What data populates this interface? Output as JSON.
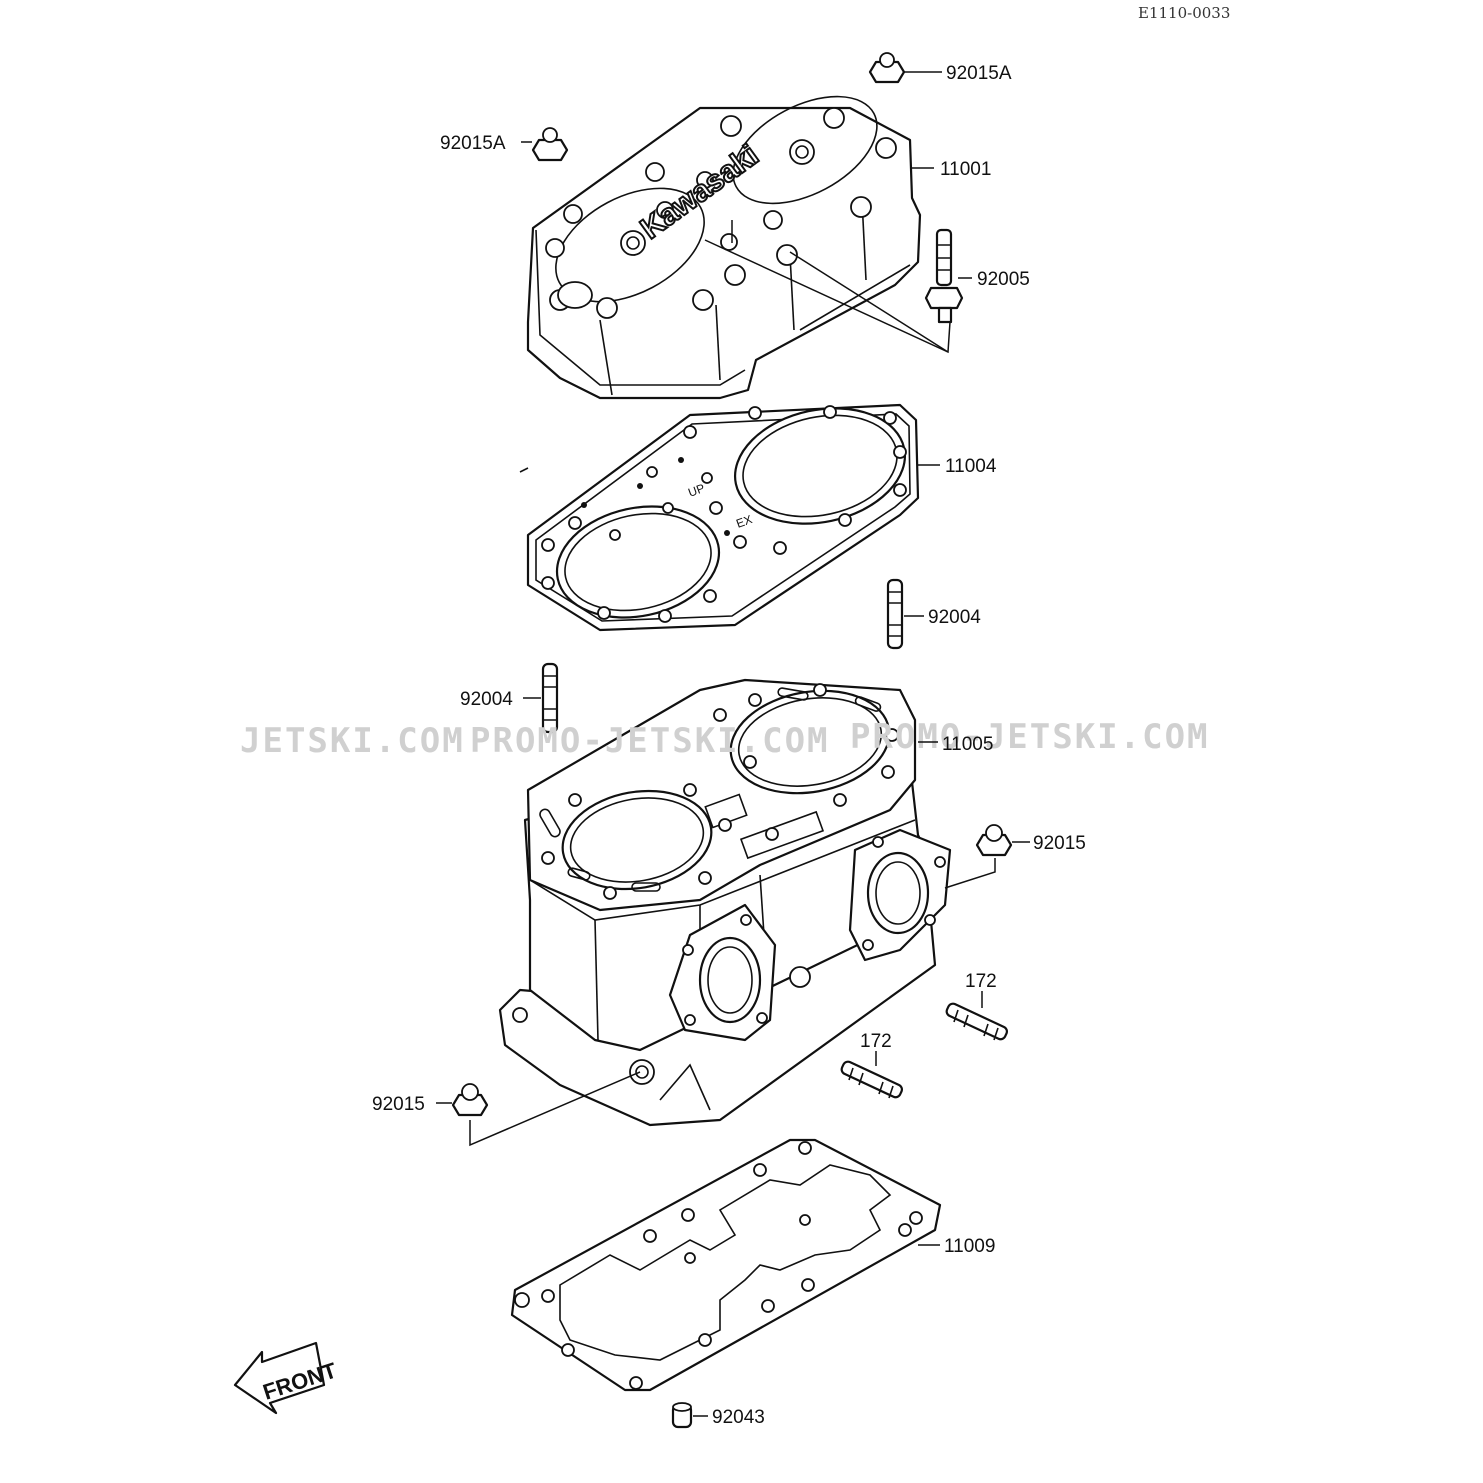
{
  "diagram_code": "E1110-0033",
  "brand_emboss": "Kawasaki",
  "gasket_marks": [
    "UP",
    "EX"
  ],
  "front_label": "FRONT",
  "watermarks": [
    "JETSKI.COM",
    "PROMO-JETSKI.COM",
    "PROMO-JETSKI.COM"
  ],
  "callouts": {
    "nut_top": "92015A",
    "nut_left": "92015A",
    "head": "11001",
    "fitting": "92005",
    "head_gasket": "11004",
    "stud_right": "92004",
    "stud_left": "92004",
    "cylinder": "11005",
    "nut_right": "92015",
    "stud_172_a": "172",
    "stud_172_b": "172",
    "nut_bottom": "92015",
    "base_gasket": "11009",
    "pin": "92043"
  }
}
